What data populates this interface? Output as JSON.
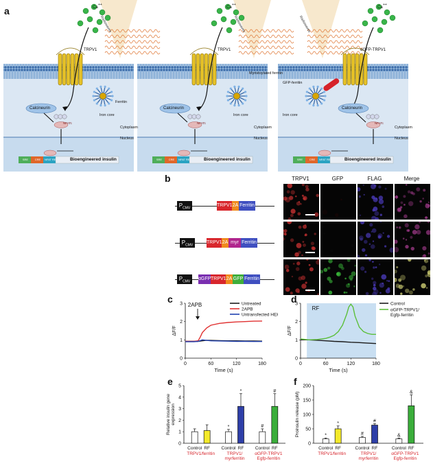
{
  "panel_letters": {
    "a": "a",
    "b": "b",
    "c": "c",
    "d": "d",
    "e": "e",
    "f": "f"
  },
  "panel_a": {
    "subpanels": [
      {
        "ca_label": "Ca",
        "ca_charge": "++",
        "channel_label": "TRPV1",
        "radiowaves_label": "Radiowaves",
        "ferritin_label": "Ferritin",
        "iron_core_label": "Iron core",
        "calcineurin_label": "Calcineurin",
        "p_label": "P",
        "nfatc_label": "NFATc",
        "cytoplasm_label": "Cytoplasm",
        "nucleus_label": "Nucleus",
        "gene_elements": [
          "SRE",
          "CRE",
          "NFAT RE"
        ],
        "insulin_label": "Bioengineered insulin"
      },
      {
        "ca_label": "Ca",
        "ca_charge": "++",
        "channel_label": "TRPV1",
        "radiowaves_label": "Radiowaves",
        "ferritin_label": "Myristoylated ferritin",
        "iron_core_label": "Iron core",
        "calcineurin_label": "Calcineurin",
        "p_label": "P",
        "nfatc_label": "NFATc",
        "cytoplasm_label": "Cytoplasm",
        "nucleus_label": "Nucleus",
        "gene_elements": [
          "SRE",
          "CRE",
          "NFAT RE"
        ],
        "insulin_label": "Bioengineered insulin"
      },
      {
        "ca_label": "Ca",
        "ca_charge": "++",
        "channel_label": "αGFP-TRPV1",
        "radiowaves_label": "Radiowaves",
        "ferritin_label": "GFP-ferritin",
        "iron_core_label": "Iron core",
        "calcineurin_label": "Calcineurin",
        "p_label": "P",
        "nfatc_label": "NFATc",
        "cytoplasm_label": "Cytoplasm",
        "nucleus_label": "Nucleus",
        "gene_elements": [
          "SRE",
          "CRE",
          "NFAT RE"
        ],
        "insulin_label": "Bioengineered insulin"
      }
    ]
  },
  "panel_b": {
    "promoter": "P",
    "promoter_sub": "CMV",
    "constructs": [
      {
        "parts": [
          {
            "label": "TRPV1",
            "color": "#d8262c"
          },
          {
            "label": "2A",
            "color": "#f08a1c"
          },
          {
            "label": "Ferritin",
            "color": "#3f4fc0"
          }
        ]
      },
      {
        "parts": [
          {
            "label": "TRPV1",
            "color": "#d8262c"
          },
          {
            "label": "2A",
            "color": "#f08a1c"
          },
          {
            "label": "myr",
            "color": "#b0268e"
          },
          {
            "label": "Ferritin",
            "color": "#3f4fc0"
          }
        ]
      },
      {
        "parts": [
          {
            "label": "αGFP",
            "color": "#7a2fb0"
          },
          {
            "label": "TRPV1",
            "color": "#d8262c"
          },
          {
            "label": "2A",
            "color": "#f08a1c"
          },
          {
            "label": "GFP",
            "color": "#3fae3a"
          },
          {
            "label": "Ferritin",
            "color": "#3f4fc0"
          }
        ]
      }
    ],
    "image_columns": [
      "TRPV1",
      "GFP",
      "FLAG",
      "Merge"
    ]
  },
  "panel_c": {
    "annotation": "2APB",
    "legend": [
      "Untreated",
      "2APB",
      "Untransfected HEK"
    ],
    "ylabel": "ΔF/F",
    "xlabel": "Time (s)"
  },
  "panel_d": {
    "annotation": "RF",
    "legend": [
      "Control",
      "αGFP-TRPV1/",
      "Egfp-ferritin"
    ],
    "ylabel": "ΔF/F",
    "xlabel": "Time (s)"
  },
  "panel_e": {
    "ylabel_lines": [
      "Relative insulin gene",
      "expression"
    ],
    "group_labels": [
      [
        "TRPV1/ferritin"
      ],
      [
        "TRPV1/",
        "myrferritin"
      ],
      [
        "αGFP-TRPV1",
        "Egfp-ferritin"
      ]
    ],
    "bar_labels": [
      "Control",
      "RF",
      "Control",
      "RF",
      "Control",
      "RF"
    ]
  },
  "panel_f": {
    "ylabel": "Proinsulin release (pM)",
    "group_labels": [
      [
        "TRPV1/ferritin"
      ],
      [
        "TRPV1/",
        "myrferritin"
      ],
      [
        "αGFP-TRPV1",
        "Egfp-ferritin"
      ]
    ],
    "bar_labels": [
      "Control",
      "RF",
      "Control",
      "RF",
      "Control",
      "RF"
    ]
  },
  "chart_data": [
    {
      "type": "line",
      "panel": "c",
      "xlabel": "Time (s)",
      "ylabel": "ΔF/F",
      "xlim": [
        0,
        180
      ],
      "ylim": [
        0,
        3
      ],
      "xticks": [
        0,
        60,
        120,
        180
      ],
      "yticks": [
        0,
        1,
        2,
        3
      ],
      "series": [
        {
          "name": "Untreated",
          "color": "#1a1a1a",
          "x": [
            0,
            20,
            30,
            40,
            50,
            60,
            80,
            100,
            120,
            140,
            160,
            180
          ],
          "y": [
            0.92,
            0.92,
            0.92,
            0.95,
            0.98,
            0.97,
            0.96,
            0.95,
            0.95,
            0.94,
            0.94,
            0.93
          ]
        },
        {
          "name": "2APB",
          "color": "#e03030",
          "x": [
            0,
            20,
            30,
            35,
            40,
            50,
            60,
            80,
            100,
            120,
            140,
            160,
            180
          ],
          "y": [
            0.92,
            0.92,
            0.95,
            1.15,
            1.4,
            1.65,
            1.8,
            1.9,
            1.95,
            1.98,
            2.0,
            2.02,
            2.03
          ]
        },
        {
          "name": "Untransfected HEK",
          "color": "#2040b0",
          "x": [
            0,
            20,
            30,
            40,
            50,
            60,
            80,
            100,
            120,
            140,
            160,
            180
          ],
          "y": [
            0.9,
            0.9,
            0.92,
            1.0,
            0.97,
            0.95,
            0.94,
            0.93,
            0.92,
            0.92,
            0.91,
            0.91
          ]
        }
      ]
    },
    {
      "type": "line",
      "panel": "d",
      "xlabel": "Time (s)",
      "ylabel": "ΔF/F",
      "xlim": [
        0,
        180
      ],
      "ylim": [
        0,
        3
      ],
      "xticks": [
        0,
        60,
        120,
        180
      ],
      "yticks": [
        0,
        1,
        2,
        3
      ],
      "shaded_region_x": [
        15,
        180
      ],
      "series": [
        {
          "name": "Control",
          "color": "#1a1a1a",
          "x": [
            0,
            20,
            40,
            60,
            80,
            100,
            120,
            140,
            160,
            180
          ],
          "y": [
            1.0,
            1.0,
            0.98,
            0.95,
            0.92,
            0.9,
            0.87,
            0.85,
            0.82,
            0.8
          ]
        },
        {
          "name": "αGFP-TRPV1/ Egfp-ferritin",
          "color": "#5cbf3a",
          "x": [
            0,
            20,
            40,
            60,
            70,
            80,
            90,
            100,
            110,
            115,
            120,
            125,
            130,
            140,
            150,
            160,
            170,
            180
          ],
          "y": [
            1.05,
            1.0,
            1.02,
            1.08,
            1.15,
            1.25,
            1.45,
            1.8,
            2.4,
            2.8,
            2.95,
            2.8,
            2.3,
            1.7,
            1.45,
            1.35,
            1.3,
            1.3
          ]
        }
      ]
    },
    {
      "type": "bar",
      "panel": "e",
      "ylabel": "Relative insulin gene expression",
      "ylim": [
        0,
        5
      ],
      "yticks": [
        0,
        1,
        2,
        3,
        4,
        5
      ],
      "categories": [
        "Control",
        "RF",
        "Control",
        "RF",
        "Control",
        "RF"
      ],
      "values": [
        1.0,
        1.1,
        1.0,
        3.2,
        1.0,
        3.2
      ],
      "errors": [
        0.25,
        0.5,
        0.2,
        1.1,
        0.25,
        1.1
      ],
      "colors": [
        "#ffffff",
        "#f4ea2a",
        "#ffffff",
        "#2e3fa8",
        "#ffffff",
        "#3aae3a"
      ],
      "significance": [
        "",
        "",
        "*",
        "*",
        "#",
        "#"
      ]
    },
    {
      "type": "bar",
      "panel": "f",
      "ylabel": "Proinsulin release (pM)",
      "ylim": [
        0,
        200
      ],
      "yticks": [
        0,
        50,
        100,
        150,
        200
      ],
      "categories": [
        "Control",
        "RF",
        "Control",
        "RF",
        "Control",
        "RF"
      ],
      "values": [
        15,
        50,
        20,
        63,
        15,
        130
      ],
      "errors": [
        3,
        10,
        4,
        5,
        3,
        38
      ],
      "colors": [
        "#ffffff",
        "#f4ea2a",
        "#ffffff",
        "#2e3fa8",
        "#ffffff",
        "#3aae3a"
      ],
      "significance": [
        "*",
        "*",
        "#",
        "#",
        "&",
        "&"
      ]
    }
  ]
}
